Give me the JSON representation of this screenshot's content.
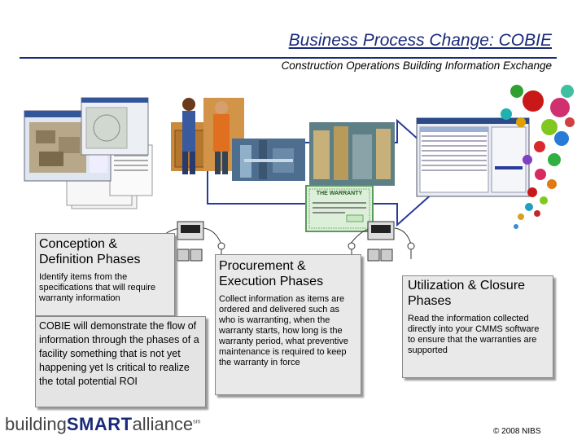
{
  "slide": {
    "title": "Business Process Change: COBIE",
    "subtitle": "Construction Operations Building Information Exchange"
  },
  "phases": [
    {
      "heading": "Conception & Definition Phases",
      "text": "Identify items from the specifications that will require warranty information"
    },
    {
      "heading": "Procurement & Execution Phases",
      "text": "Collect information as items are ordered and delivered such as who is warranting, when the warranty starts, how long is the warranty period, what preventive maintenance is required to keep the warranty in force"
    },
    {
      "heading": "Utilization & Closure Phases",
      "text": "Read the information collected directly into your CMMS software to ensure that the warranties are supported"
    }
  ],
  "note": {
    "text": "COBIE will demonstrate the flow of information through the phases of a facility something that is not yet happening yet Is critical to realize the total potential ROI"
  },
  "warranty_doc": {
    "title": "THE WARRANTY"
  },
  "footer": {
    "logo_part1": "building",
    "logo_part2": "SMART",
    "logo_part3": "alliance",
    "logo_mark": "sm",
    "copyright": "© 2008 NIBS"
  },
  "colors": {
    "title": "#1a2a7a",
    "arrow_stroke": "#2a3a9a",
    "box_fill": "#e9e9e9"
  }
}
